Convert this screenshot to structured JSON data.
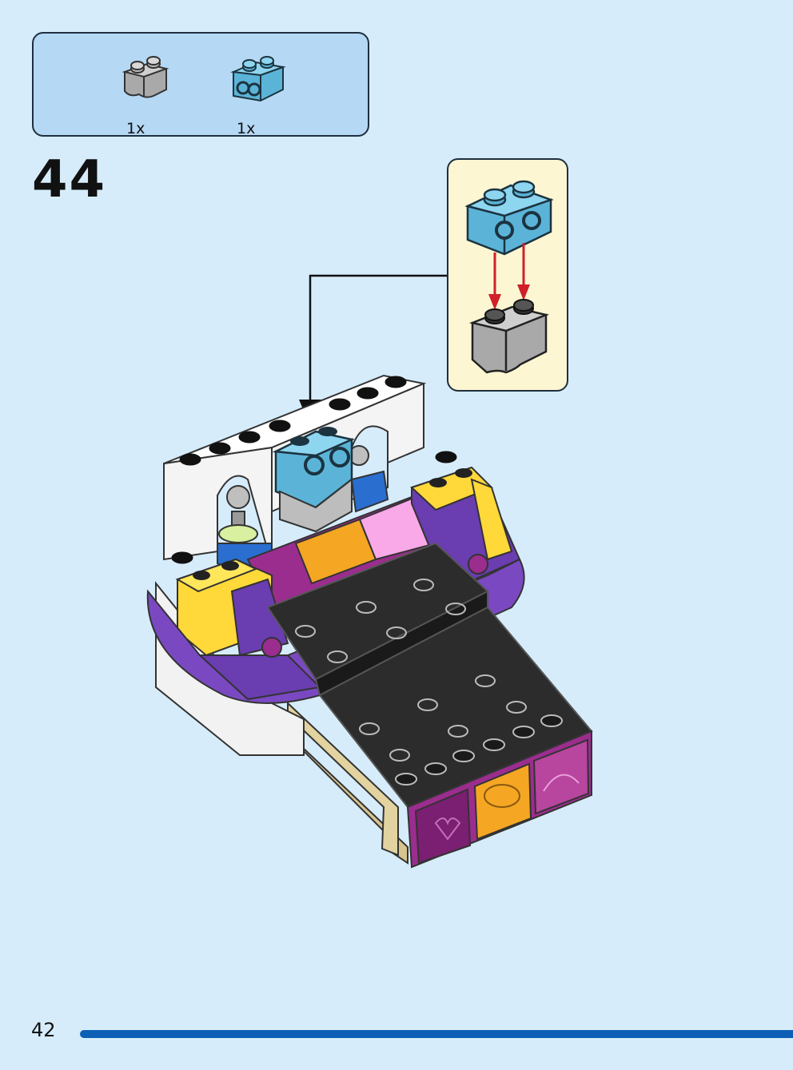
{
  "parts": [
    {
      "icon": "grey-round-brick-1x2-icon",
      "qty": "1x",
      "color": "#bdbdbd"
    },
    {
      "icon": "medium-azure-brick-1x2-side-studs-icon",
      "qty": "1x",
      "color": "#6ec6e6"
    }
  ],
  "step": {
    "number": "44"
  },
  "page": {
    "number": "42"
  },
  "colors": {
    "background": "#d6ecfb",
    "parts_box": "#b5d8f4",
    "callout": "#fdf6d2",
    "progress": "#0d5fb5",
    "arrow_red": "#d0202a"
  }
}
